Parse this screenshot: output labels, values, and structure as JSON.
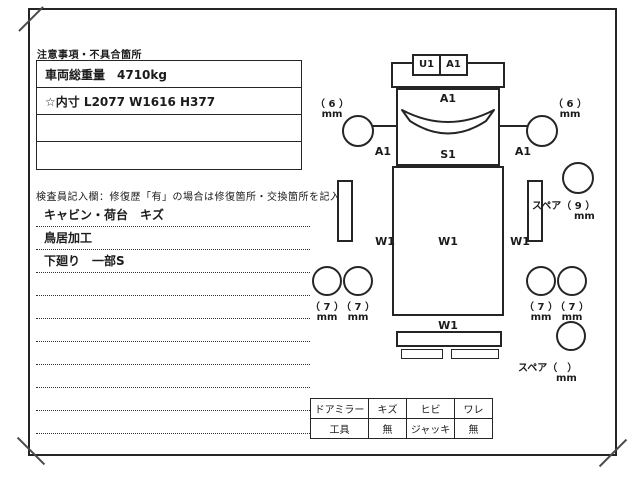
{
  "colors": {
    "ink": "#252525",
    "paper": "#ffffff"
  },
  "notes": {
    "title": "注意事項・不具合箇所",
    "rows": [
      "車両総重量　4710kg",
      "☆内寸 L2077 W1616 H377",
      "",
      ""
    ]
  },
  "inspector": {
    "header": "検査員記入欄：修復歴「有」の場合は修復箇所・交換箇所を記入",
    "lines": [
      "キャビン・荷台　キズ",
      "鳥居加工",
      "下廻り　一部S",
      "",
      "",
      "",
      "",
      "",
      "",
      ""
    ]
  },
  "truck": {
    "front_left_cell": "U1",
    "front_right_cell": "A1",
    "cab_label": "A1",
    "windshield_label": "S1",
    "fender_left_label": "A1",
    "fender_right_label": "A1",
    "side_left_label": "W1",
    "bed_label": "W1",
    "side_right_label": "W1",
    "rear_label": "W1",
    "tire_front_left": "（ 6 ）",
    "tire_front_right": "（ 6 ）",
    "tire_rear_1": "（ 7 ）",
    "tire_rear_2": "（ 7 ）",
    "tire_rear_3": "（ 7 ）",
    "tire_rear_4": "（ 7 ）",
    "spare_upper_label": "スペア（ 9 ）",
    "spare_lower_label": "スペア（　）",
    "unit_mm": "mm"
  },
  "equipment": {
    "r1c1": "ドアミラー",
    "r1c2": "キズ",
    "r1c3": "ヒビ",
    "r1c4": "ワレ",
    "r2c1": "工具",
    "r2c2": "無",
    "r2c3": "ジャッキ",
    "r2c4": "無"
  }
}
